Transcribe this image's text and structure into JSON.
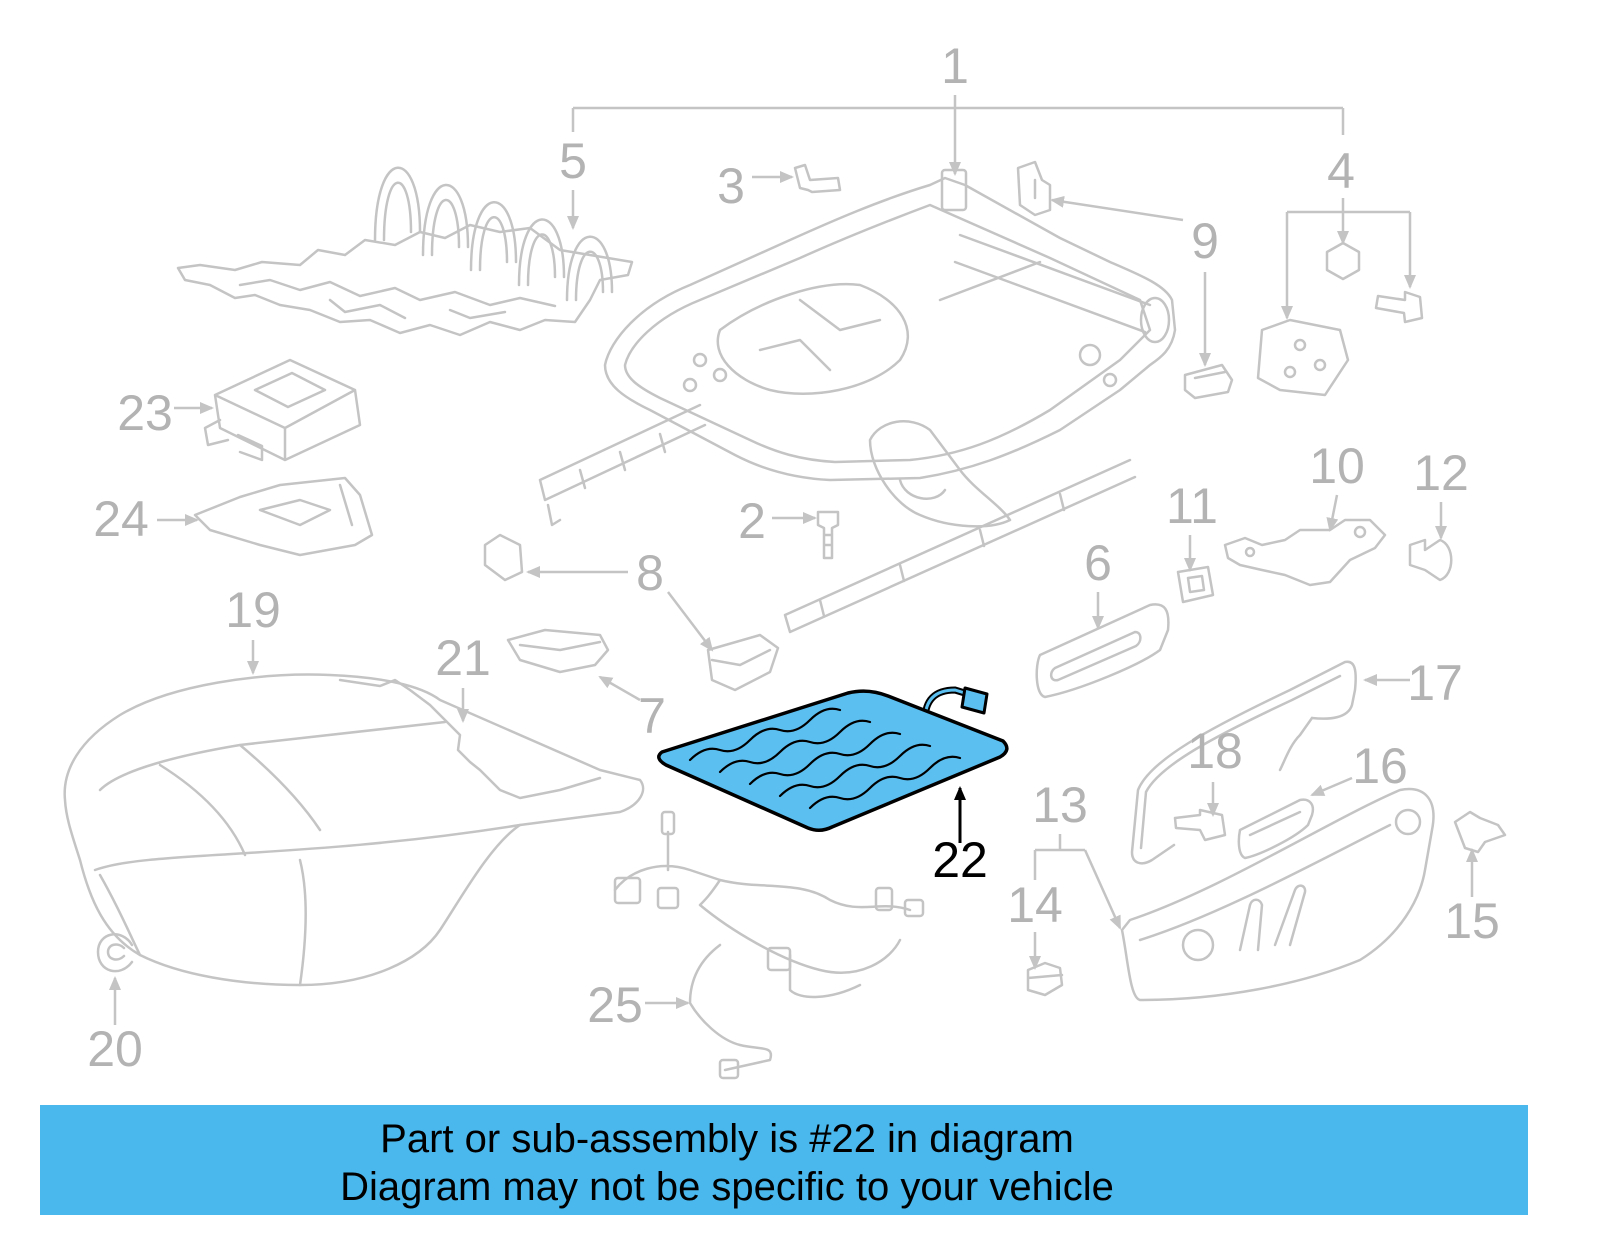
{
  "diagram": {
    "callouts": [
      "1",
      "2",
      "3",
      "4",
      "5",
      "6",
      "7",
      "8",
      "9",
      "10",
      "11",
      "12",
      "13",
      "14",
      "15",
      "16",
      "17",
      "18",
      "19",
      "20",
      "21",
      "22",
      "23",
      "24",
      "25"
    ]
  },
  "banner": {
    "line1": "Part or sub-assembly is #22 in diagram",
    "line2": "Diagram may not be specific to your vehicle"
  },
  "colors": {
    "background": "#ffffff",
    "part_line": "#c4c4c4",
    "callout_text": "#b3b3b3",
    "highlight_fill": "#5bbff0",
    "highlight_outline": "#000000",
    "banner_background": "#4ab7ed",
    "banner_text": "#000000"
  }
}
